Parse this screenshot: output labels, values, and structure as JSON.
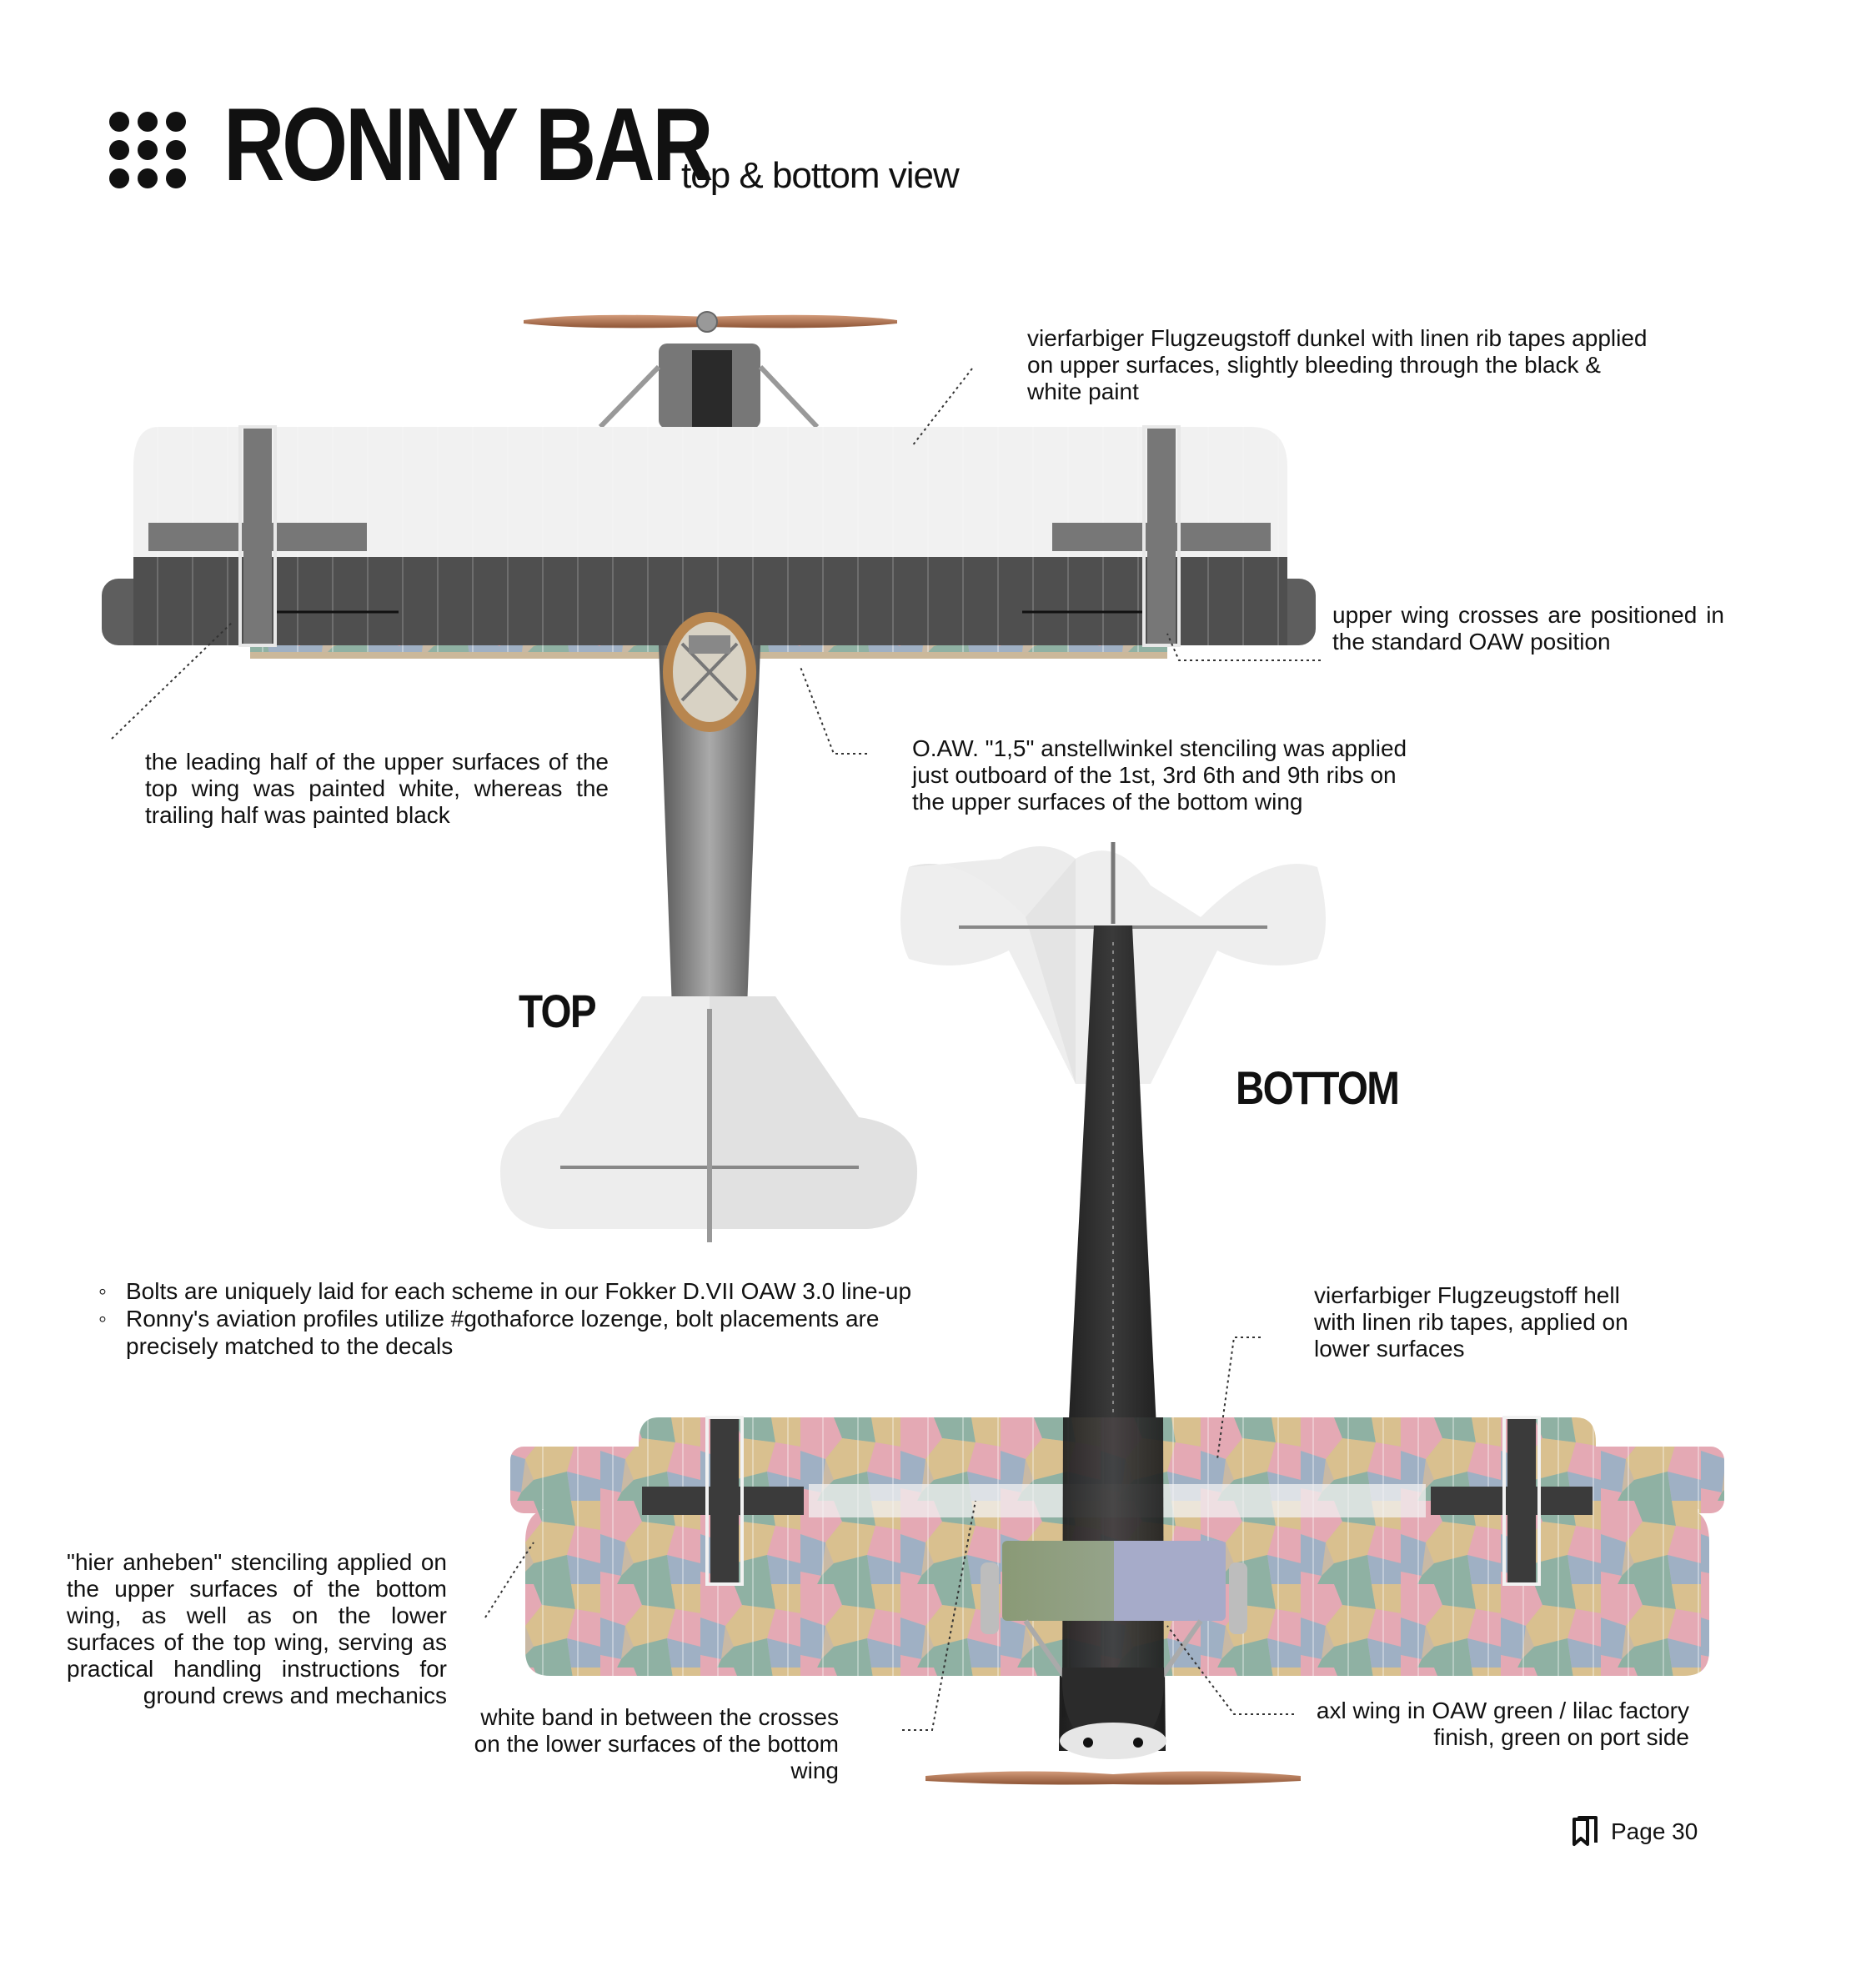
{
  "header": {
    "title": "RONNY BAR",
    "subtitle": "top & bottom view"
  },
  "views": {
    "top_label": "TOP",
    "bottom_label": "BOTTOM"
  },
  "notes": {
    "upper_fabric": "vierfarbiger Flugzeugstoff dunkel with linen rib tapes applied on upper surfaces, slightly bleeding through the black & white paint",
    "wing_crosses": "upper wing crosses are positioned in the standard OAW position",
    "leading_half": "the leading half of the upper surfaces of the top wing was painted white, whereas the trailing half was painted black",
    "stenciling_angle": "O.AW. \"1,5\" anstellwinkel stenciling was applied just outboard of the 1st, 3rd 6th and 9th ribs on the upper surfaces of the bottom wing",
    "lower_fabric": "vierfarbiger Flugzeugstoff hell with linen rib tapes, applied on lower surfaces",
    "hier_anheben": "\"hier anheben\" stenciling applied on the upper surfaces of the bottom wing, as well as on the lower surfaces of the top wing, serving as practical handling instructions for ground crews and mechanics",
    "white_band": "white band in between the crosses on the lower surfaces of the bottom wing",
    "axl_wing": "axl wing in OAW green / lilac factory finish, green on port side"
  },
  "bullets": [
    "Bolts are uniquely laid for each scheme in our Fokker D.VII OAW 3.0 line-up",
    "Ronny's aviation profiles utilize #gothaforce lozenge, bolt placements are precisely matched to the decals"
  ],
  "footer": {
    "page": "Page 30"
  },
  "colors": {
    "text": "#111111",
    "white_paint": "#f2f2f2",
    "black_paint": "#555555",
    "fuselage_dark": "#2a2a2a",
    "propeller": "#b87752",
    "lozenge_pink": "#e4a9b4",
    "lozenge_green": "#8fb1a3",
    "lozenge_tan": "#d9c08f",
    "lozenge_blue": "#9fb0c4",
    "axle_green": "#8a9a76",
    "axle_lilac": "#a6abc9"
  }
}
